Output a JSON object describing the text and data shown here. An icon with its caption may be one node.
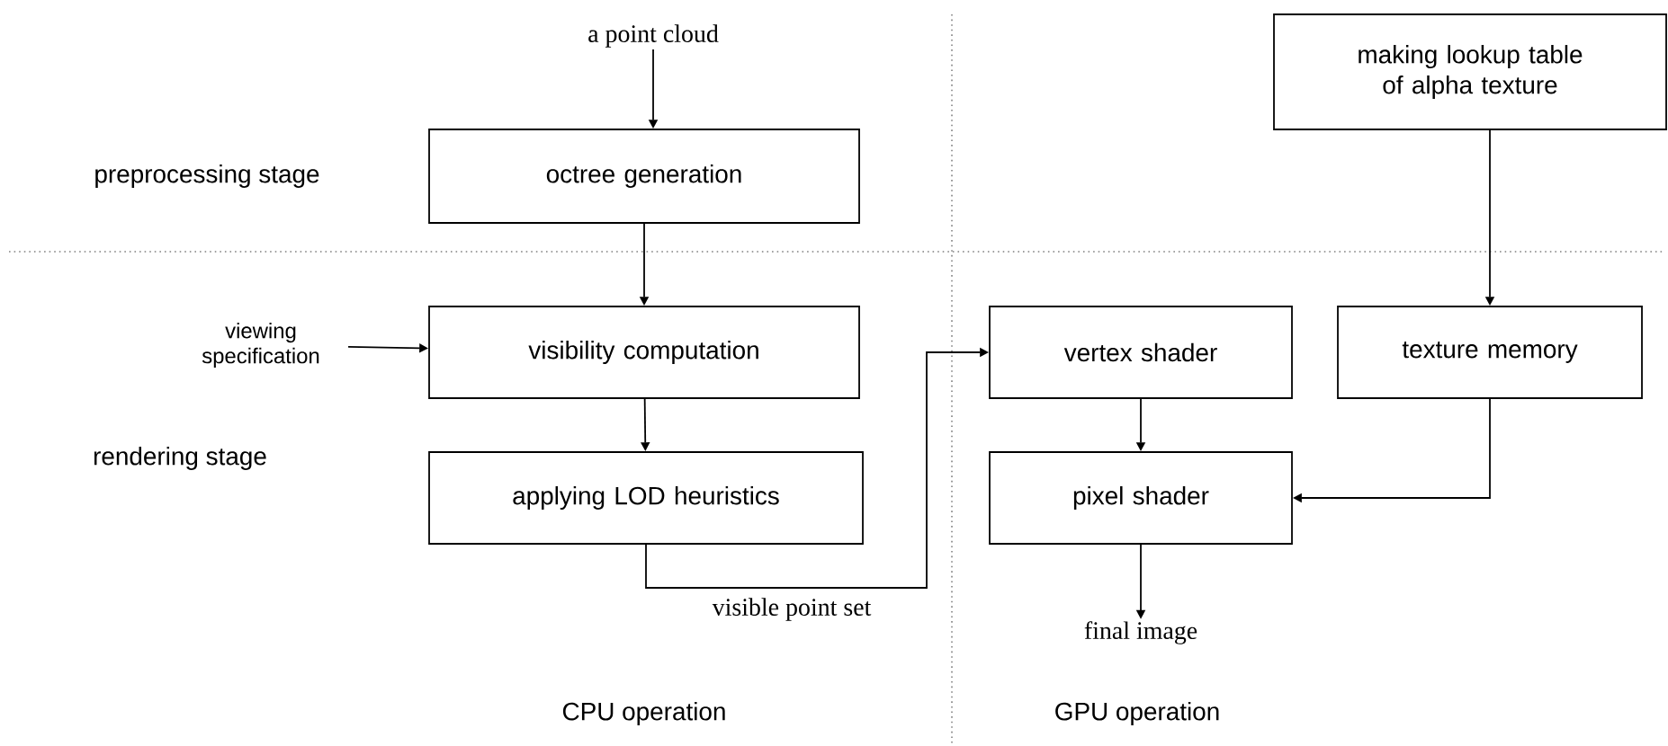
{
  "diagram": {
    "nodes": [
      {
        "text": [
          "a point cloud"
        ]
      },
      {
        "text": [
          "making lookup table of alpha texture"
        ]
      },
      {
        "text": [
          "octree generation"
        ]
      },
      {
        "text": [
          "viewing specification"
        ]
      },
      {
        "text": [
          "visibility computation"
        ]
      },
      {
        "text": [
          "vertex shader"
        ]
      },
      {
        "text": [
          "texture memory"
        ]
      },
      {
        "text": [
          "applying LOD heuristics"
        ]
      },
      {
        "text": [
          "pixel shader"
        ]
      },
      {
        "text": [
          "final image"
        ]
      }
    ],
    "edges": [
      {
        "from": 0,
        "to": 2,
        "arrow": "to"
      },
      {
        "from": 2,
        "to": 4,
        "arrow": "to"
      },
      {
        "from": 3,
        "to": 4,
        "arrow": "to"
      },
      {
        "from": 4,
        "to": 7,
        "arrow": "to"
      },
      {
        "from": 7,
        "to": 5,
        "arrow": "to",
        "label": "visible point set"
      },
      {
        "from": 1,
        "to": 6,
        "arrow": "to"
      },
      {
        "from": 5,
        "to": 8,
        "arrow": "to"
      },
      {
        "from": 6,
        "to": 8,
        "arrow": "to"
      },
      {
        "from": 8,
        "to": 9,
        "arrow": "to"
      }
    ],
    "labels": [
      "preprocessing stage",
      "rendering stage",
      "CPU operation",
      "GPU operation"
    ]
  }
}
